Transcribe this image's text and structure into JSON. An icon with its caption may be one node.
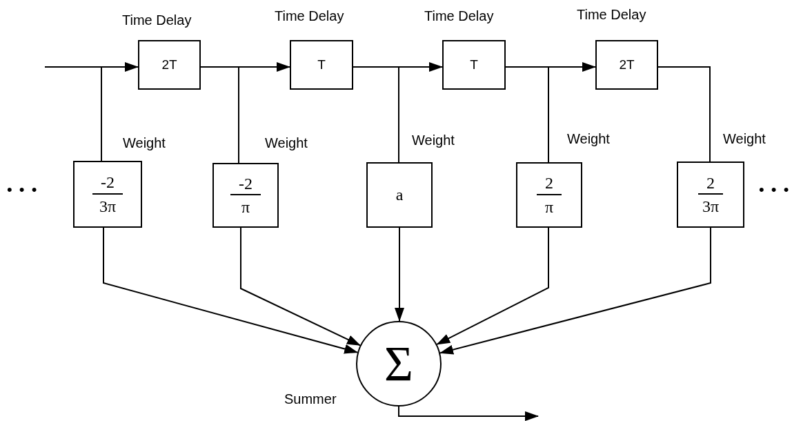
{
  "diagram": {
    "nodes": [
      {
        "text": [
          "2T"
        ],
        "beside": [
          "Time Delay"
        ]
      },
      {
        "text": [
          "T"
        ],
        "beside": [
          "Time Delay"
        ]
      },
      {
        "text": [
          "T"
        ],
        "beside": [
          "Time Delay"
        ]
      },
      {
        "text": [
          "2T"
        ],
        "beside": [
          "Time Delay"
        ]
      },
      {
        "text": [
          "-2",
          "3π"
        ],
        "beside": [
          "Weight"
        ]
      },
      {
        "text": [
          "-2",
          "π"
        ],
        "beside": [
          "Weight"
        ]
      },
      {
        "text": [
          "a"
        ],
        "beside": [
          "Weight"
        ]
      },
      {
        "text": [
          "2",
          "π"
        ],
        "beside": [
          "Weight"
        ]
      },
      {
        "text": [
          "2",
          "3π"
        ],
        "beside": [
          "Weight"
        ]
      },
      {
        "text": [
          "Σ"
        ],
        "beside": [
          "Summer"
        ]
      }
    ],
    "edges": [
      {
        "from": null,
        "to": 0,
        "arrow": "to"
      },
      {
        "from": null,
        "to": 4,
        "arrow": "none"
      },
      {
        "from": 0,
        "to": 1,
        "arrow": "to"
      },
      {
        "from": 0,
        "to": 5,
        "arrow": "none"
      },
      {
        "from": 1,
        "to": 2,
        "arrow": "to"
      },
      {
        "from": 1,
        "to": 6,
        "arrow": "none"
      },
      {
        "from": 2,
        "to": 3,
        "arrow": "to"
      },
      {
        "from": 2,
        "to": 7,
        "arrow": "none"
      },
      {
        "from": 3,
        "to": 8,
        "arrow": "none"
      },
      {
        "from": 4,
        "to": 9,
        "arrow": "to"
      },
      {
        "from": 5,
        "to": 9,
        "arrow": "to"
      },
      {
        "from": 6,
        "to": 9,
        "arrow": "to"
      },
      {
        "from": 7,
        "to": 9,
        "arrow": "to"
      },
      {
        "from": 8,
        "to": 9,
        "arrow": "to"
      },
      {
        "from": 9,
        "to": null,
        "arrow": "to"
      }
    ],
    "labels": [
      "• • •",
      "• • •"
    ]
  }
}
